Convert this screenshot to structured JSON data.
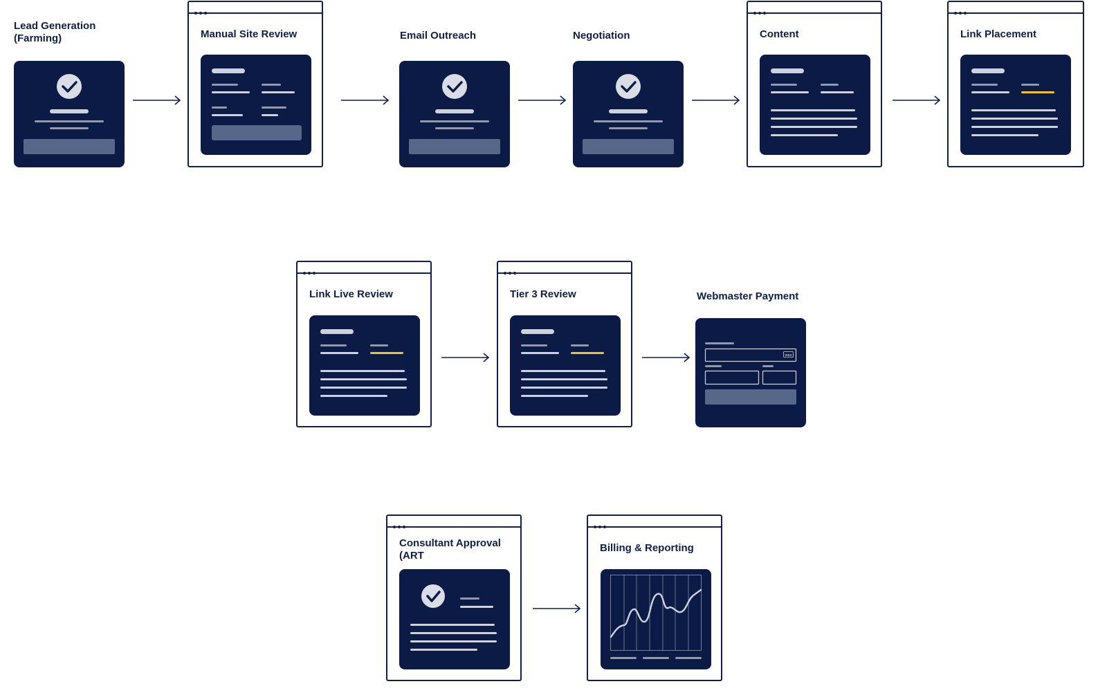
{
  "steps": {
    "lead_generation": "Lead Generation\n(Farming)",
    "manual_site_review": "Manual Site Review",
    "email_outreach": "Email Outreach",
    "negotiation": "Negotiation",
    "content": "Content",
    "link_placement": "Link Placement",
    "link_live_review": "Link Live Review",
    "tier3_review": "Tier 3 Review",
    "webmaster_payment": "Webmaster Payment",
    "consultant_approval": "Consultant Approval\n(ART",
    "billing_reporting": "Billing & Reporting"
  },
  "payment_card": {
    "card_brand": "VISA"
  },
  "colors": {
    "navy": "#0b1b45",
    "line": "#cdd3de",
    "button": "#56678a",
    "highlight": "#f2c12e",
    "window_border": "#0f1f45"
  },
  "icons": [
    "checkmark-circle-icon",
    "window-dots-icon",
    "arrow-right-icon",
    "line-chart-icon",
    "credit-card-icon"
  ]
}
